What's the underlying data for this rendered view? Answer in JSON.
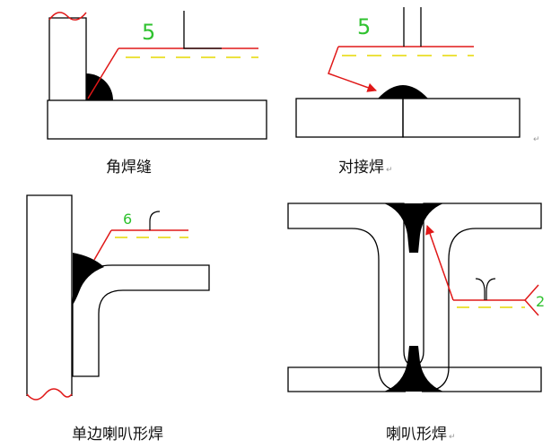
{
  "panels": {
    "fillet": {
      "caption": "角焊缝",
      "weld_size": "5"
    },
    "butt": {
      "caption": "对接焊",
      "weld_size": "5"
    },
    "single_flare": {
      "caption": "单边喇叭形焊",
      "weld_size": "6"
    },
    "flare": {
      "caption": "喇叭形焊",
      "weld_size": "2"
    }
  },
  "paragraph_mark": "↵",
  "colors": {
    "outline": "#000000",
    "leader": "#e01818",
    "dashed_reference": "#e6d800",
    "weld_size_text": "#2fc22f",
    "weld_fill": "#000000"
  },
  "symbols": [
    "fillet-weld-symbol",
    "square-butt-weld-symbol",
    "flare-weld-symbol"
  ]
}
